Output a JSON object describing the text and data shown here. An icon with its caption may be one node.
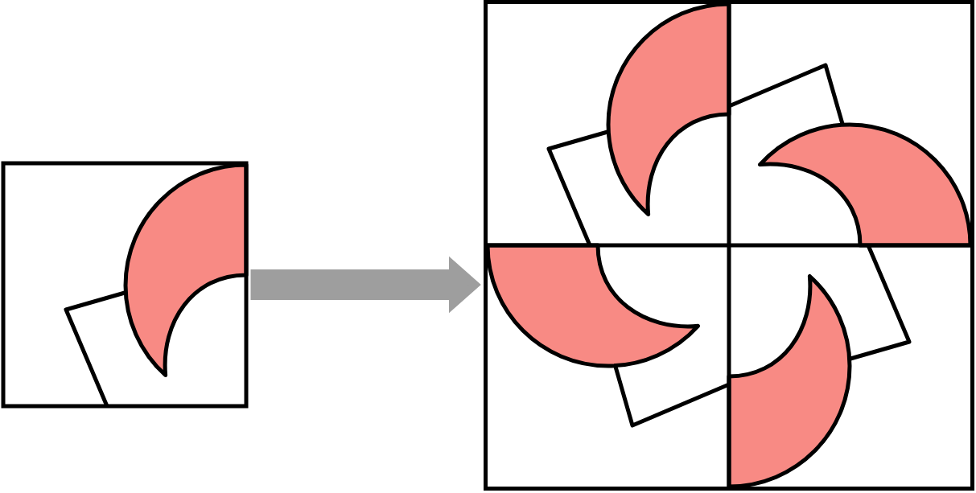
{
  "diagram": {
    "nodes": [
      {
        "text": [],
        "shape": "box"
      },
      {
        "text": [],
        "shape": "box"
      }
    ],
    "edges": [
      {
        "from": 0,
        "to": 1,
        "arrow": "to",
        "color": "#9e9e9e"
      }
    ]
  }
}
